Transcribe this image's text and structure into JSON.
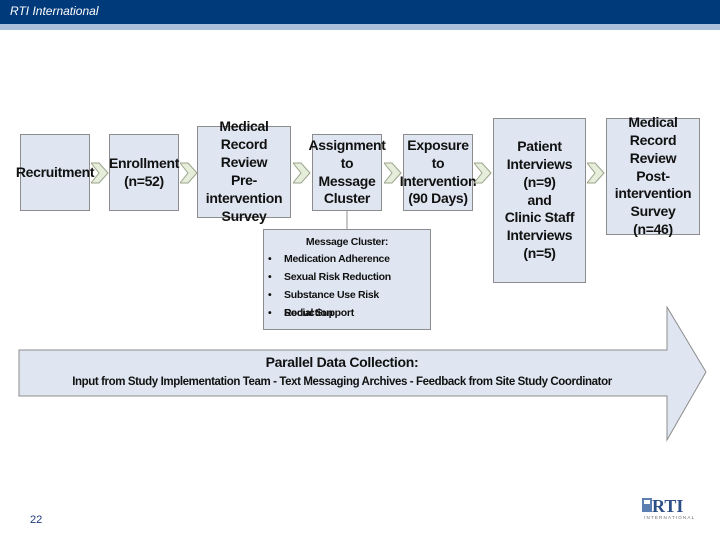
{
  "header": {
    "title": "RTI International"
  },
  "steps": [
    {
      "lines": [
        "Recruitment"
      ]
    },
    {
      "lines": [
        "Enrollment",
        "(n=52)"
      ]
    },
    {
      "lines": [
        "Medical Record",
        "Review",
        "Pre-intervention",
        "Survey"
      ]
    },
    {
      "lines": [
        "Assignment",
        "to Message",
        "Cluster"
      ]
    },
    {
      "lines": [
        "Exposure to",
        "Intervention",
        "(90 Days)"
      ]
    },
    {
      "lines": [
        "Patient",
        "Interviews",
        "(n=9)",
        "and",
        "Clinic Staff",
        "Interviews",
        "(n=5)"
      ]
    },
    {
      "lines": [
        "Medical Record",
        "Review",
        "Post-intervention",
        "Survey",
        "(n=46)"
      ]
    }
  ],
  "message_cluster": {
    "title": "Message Cluster:",
    "items": [
      "Medication Adherence",
      "Sexual Risk Reduction",
      "Substance Use Risk Reduction",
      "Social Support"
    ]
  },
  "parallel": {
    "title": "Parallel Data Collection:",
    "subtitle": "Input from Study Implementation Team - Text Messaging Archives - Feedback from Site Study Coordinator"
  },
  "footer": {
    "page_number": "22",
    "logo_text": "RTI",
    "logo_subtext": "INTERNATIONAL"
  },
  "colors": {
    "header": "#003a7a",
    "stripe": "#a9bfdc",
    "box_fill": "#dfe6f1",
    "box_border": "#8c8c8c"
  }
}
